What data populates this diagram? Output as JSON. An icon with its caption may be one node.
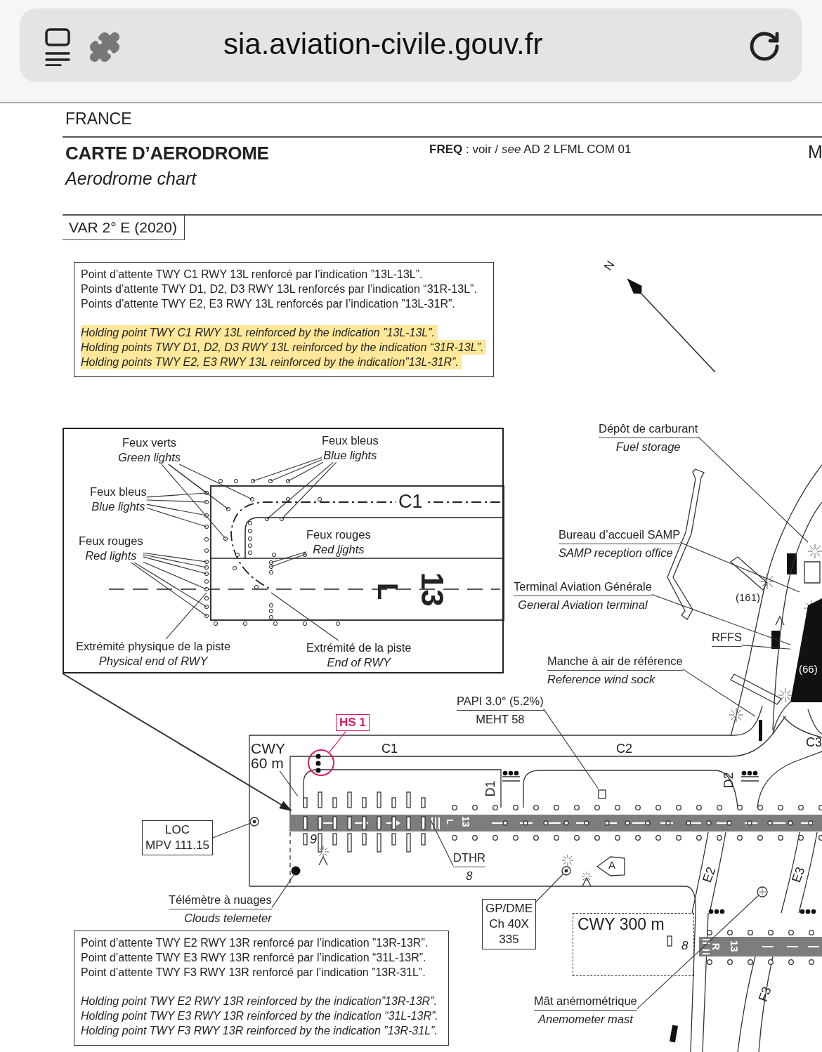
{
  "diagram": {
    "title": "CARTE D’AERODROME",
    "nodes": [
      {
        "text": [
          "Point d’attente TWY C1 RWY 13L renforcé par l’indication ”13L-13L”.",
          "Points d’attente TWY D1, D2, D3 RWY 13L renforcés par l’indication “31R-13L”.",
          "Points d’attente TWY E2, E3 RWY 13L renforcés par l’indication ”13L-31R”.",
          "Holding point TWY C1 RWY 13L reinforced by the indication ”13L-13L”.",
          "Holding points TWY D1, D2, D3 RWY 13L reinforced by the indication “31R-13L”.",
          "Holding points TWY E2, E3 RWY 13L reinforced by the indication”13L-31R”."
        ]
      },
      {
        "text": [],
        "shape": "box"
      },
      {
        "text": [
          "Feux verts",
          "Green lights"
        ],
        "in": 1
      },
      {
        "text": [
          "Feux bleus",
          "Blue lights"
        ],
        "in": 1
      },
      {
        "text": [
          "Feux bleus",
          "Blue lights"
        ],
        "in": 1
      },
      {
        "text": [
          "Feux rouges",
          "Red lights"
        ],
        "in": 1
      },
      {
        "text": [
          "Feux rouges",
          "Red lights"
        ],
        "in": 1
      },
      {
        "text": [
          "Extrémité physique de la piste",
          "Physical end of RWY"
        ],
        "in": 1
      },
      {
        "text": [
          "Extrémité de la piste",
          "End of RWY"
        ],
        "in": 1
      },
      {
        "text": [
          "CWY 60 m"
        ]
      },
      {
        "text": [
          "HS 1"
        ]
      },
      {
        "text": [],
        "shape": "circle"
      },
      {
        "text": [
          "PAPI 3.0° (5.2%)",
          "MEHT 58"
        ]
      },
      {
        "text": [
          "DTHR",
          "8"
        ]
      },
      {
        "text": [
          "LOC",
          "MPV 111.15"
        ]
      },
      {
        "text": [
          "Télémètre à nuages",
          "Clouds telemeter"
        ]
      },
      {
        "text": [
          "GP/DME",
          "Ch 40X",
          "335"
        ]
      },
      {
        "text": [
          "CWY 300 m"
        ]
      },
      {
        "text": [
          "Mât anémométrique",
          "Anemometer mast"
        ]
      },
      {
        "text": [
          "Dépôt de carburant",
          "Fuel storage"
        ]
      },
      {
        "text": [
          "Bureau d’accueil SAMP",
          "SAMP reception office"
        ]
      },
      {
        "text": [
          "Terminal Aviation Générale",
          "General Aviation terminal"
        ]
      },
      {
        "text": [
          "RFFS"
        ]
      },
      {
        "text": [
          "Manche à air de référence",
          "Reference wind sock"
        ]
      },
      {
        "text": [
          "Point d’attente TWY E2 RWY 13R renforcé par l’indication ”13R-13R”.",
          "Point d’attente TWY E3 RWY 13R renforcé par l’indication “31L-13R”.",
          "Point d’attente TWY F3 RWY 13R renforcé par l’indication ”13R-31L”.",
          "Holding point TWY E2 RWY 13R reinforced by the indication”13R-13R”.",
          "Holding point TWY E3 RWY 13R reinforced by the indication “31L-13R”.",
          "Holding point TWY F3 RWY 13R reinforced by the indication ”13R-31L”."
        ]
      },
      {
        "text": [],
        "shape": "box"
      },
      {
        "text": [],
        "shape": "circle"
      },
      {
        "text": [],
        "shape": "circle"
      },
      {
        "text": [],
        "shape": "circle"
      },
      {
        "text": [
          "(66)"
        ]
      }
    ],
    "edges": [
      {
        "from": 1,
        "to": null,
        "arrow": "to"
      },
      {
        "from": 2,
        "to": null,
        "arrow": "none"
      },
      {
        "from": 2,
        "to": null,
        "arrow": "none"
      },
      {
        "from": 2,
        "to": null,
        "arrow": "none"
      },
      {
        "from": 2,
        "to": null,
        "arrow": "none"
      },
      {
        "from": 3,
        "to": null,
        "arrow": "none"
      },
      {
        "from": 3,
        "to": null,
        "arrow": "none"
      },
      {
        "from": 3,
        "to": null,
        "arrow": "none"
      },
      {
        "from": 3,
        "to": null,
        "arrow": "none"
      },
      {
        "from": 3,
        "to": null,
        "arrow": "none"
      },
      {
        "from": 4,
        "to": null,
        "arrow": "none"
      },
      {
        "from": 4,
        "to": null,
        "arrow": "none"
      },
      {
        "from": 4,
        "to": null,
        "arrow": "none"
      },
      {
        "from": 4,
        "to": null,
        "arrow": "none"
      },
      {
        "from": 5,
        "to": null,
        "arrow": "none"
      },
      {
        "from": 5,
        "to": null,
        "arrow": "none"
      },
      {
        "from": 5,
        "to": null,
        "arrow": "none"
      },
      {
        "from": 5,
        "to": null,
        "arrow": "none"
      },
      {
        "from": 5,
        "to": null,
        "arrow": "none"
      },
      {
        "from": 5,
        "to": null,
        "arrow": "none"
      },
      {
        "from": 6,
        "to": null,
        "arrow": "none"
      },
      {
        "from": 6,
        "to": null,
        "arrow": "none"
      },
      {
        "from": 7,
        "to": null,
        "arrow": "none"
      },
      {
        "from": 8,
        "to": null,
        "arrow": "none"
      },
      {
        "from": 9,
        "to": null,
        "arrow": "none"
      },
      {
        "from": 10,
        "to": 11,
        "arrow": "none",
        "color": "#d81b60"
      },
      {
        "from": 12,
        "to": 25,
        "arrow": "none"
      },
      {
        "from": 13,
        "to": null,
        "arrow": "none"
      },
      {
        "from": 14,
        "to": 26,
        "arrow": "none"
      },
      {
        "from": 15,
        "to": null,
        "arrow": "none"
      },
      {
        "from": 16,
        "to": 27,
        "arrow": "none"
      },
      {
        "from": 18,
        "to": 28,
        "arrow": "none"
      },
      {
        "from": 19,
        "to": null,
        "arrow": "none"
      },
      {
        "from": 20,
        "to": null,
        "arrow": "none"
      },
      {
        "from": 21,
        "to": 29,
        "arrow": "none"
      },
      {
        "from": 22,
        "to": 29,
        "arrow": "none"
      },
      {
        "from": 23,
        "to": null,
        "arrow": "none"
      }
    ],
    "labels": [
      "sia.aviation-civile.gouv.fr",
      "FRANCE",
      "Aerodrome chart",
      "**FREQ** : voir / *see* AD 2 LFML COM 01",
      "M",
      "VAR 2° E (2020)",
      "N",
      "C1",
      "L",
      "13",
      "(161)",
      "C1",
      "C2",
      "C3",
      "D1",
      "D2",
      "9",
      "L",
      "13",
      "A",
      "E2",
      "E3",
      "8",
      "R",
      "13",
      "F3"
    ]
  }
}
